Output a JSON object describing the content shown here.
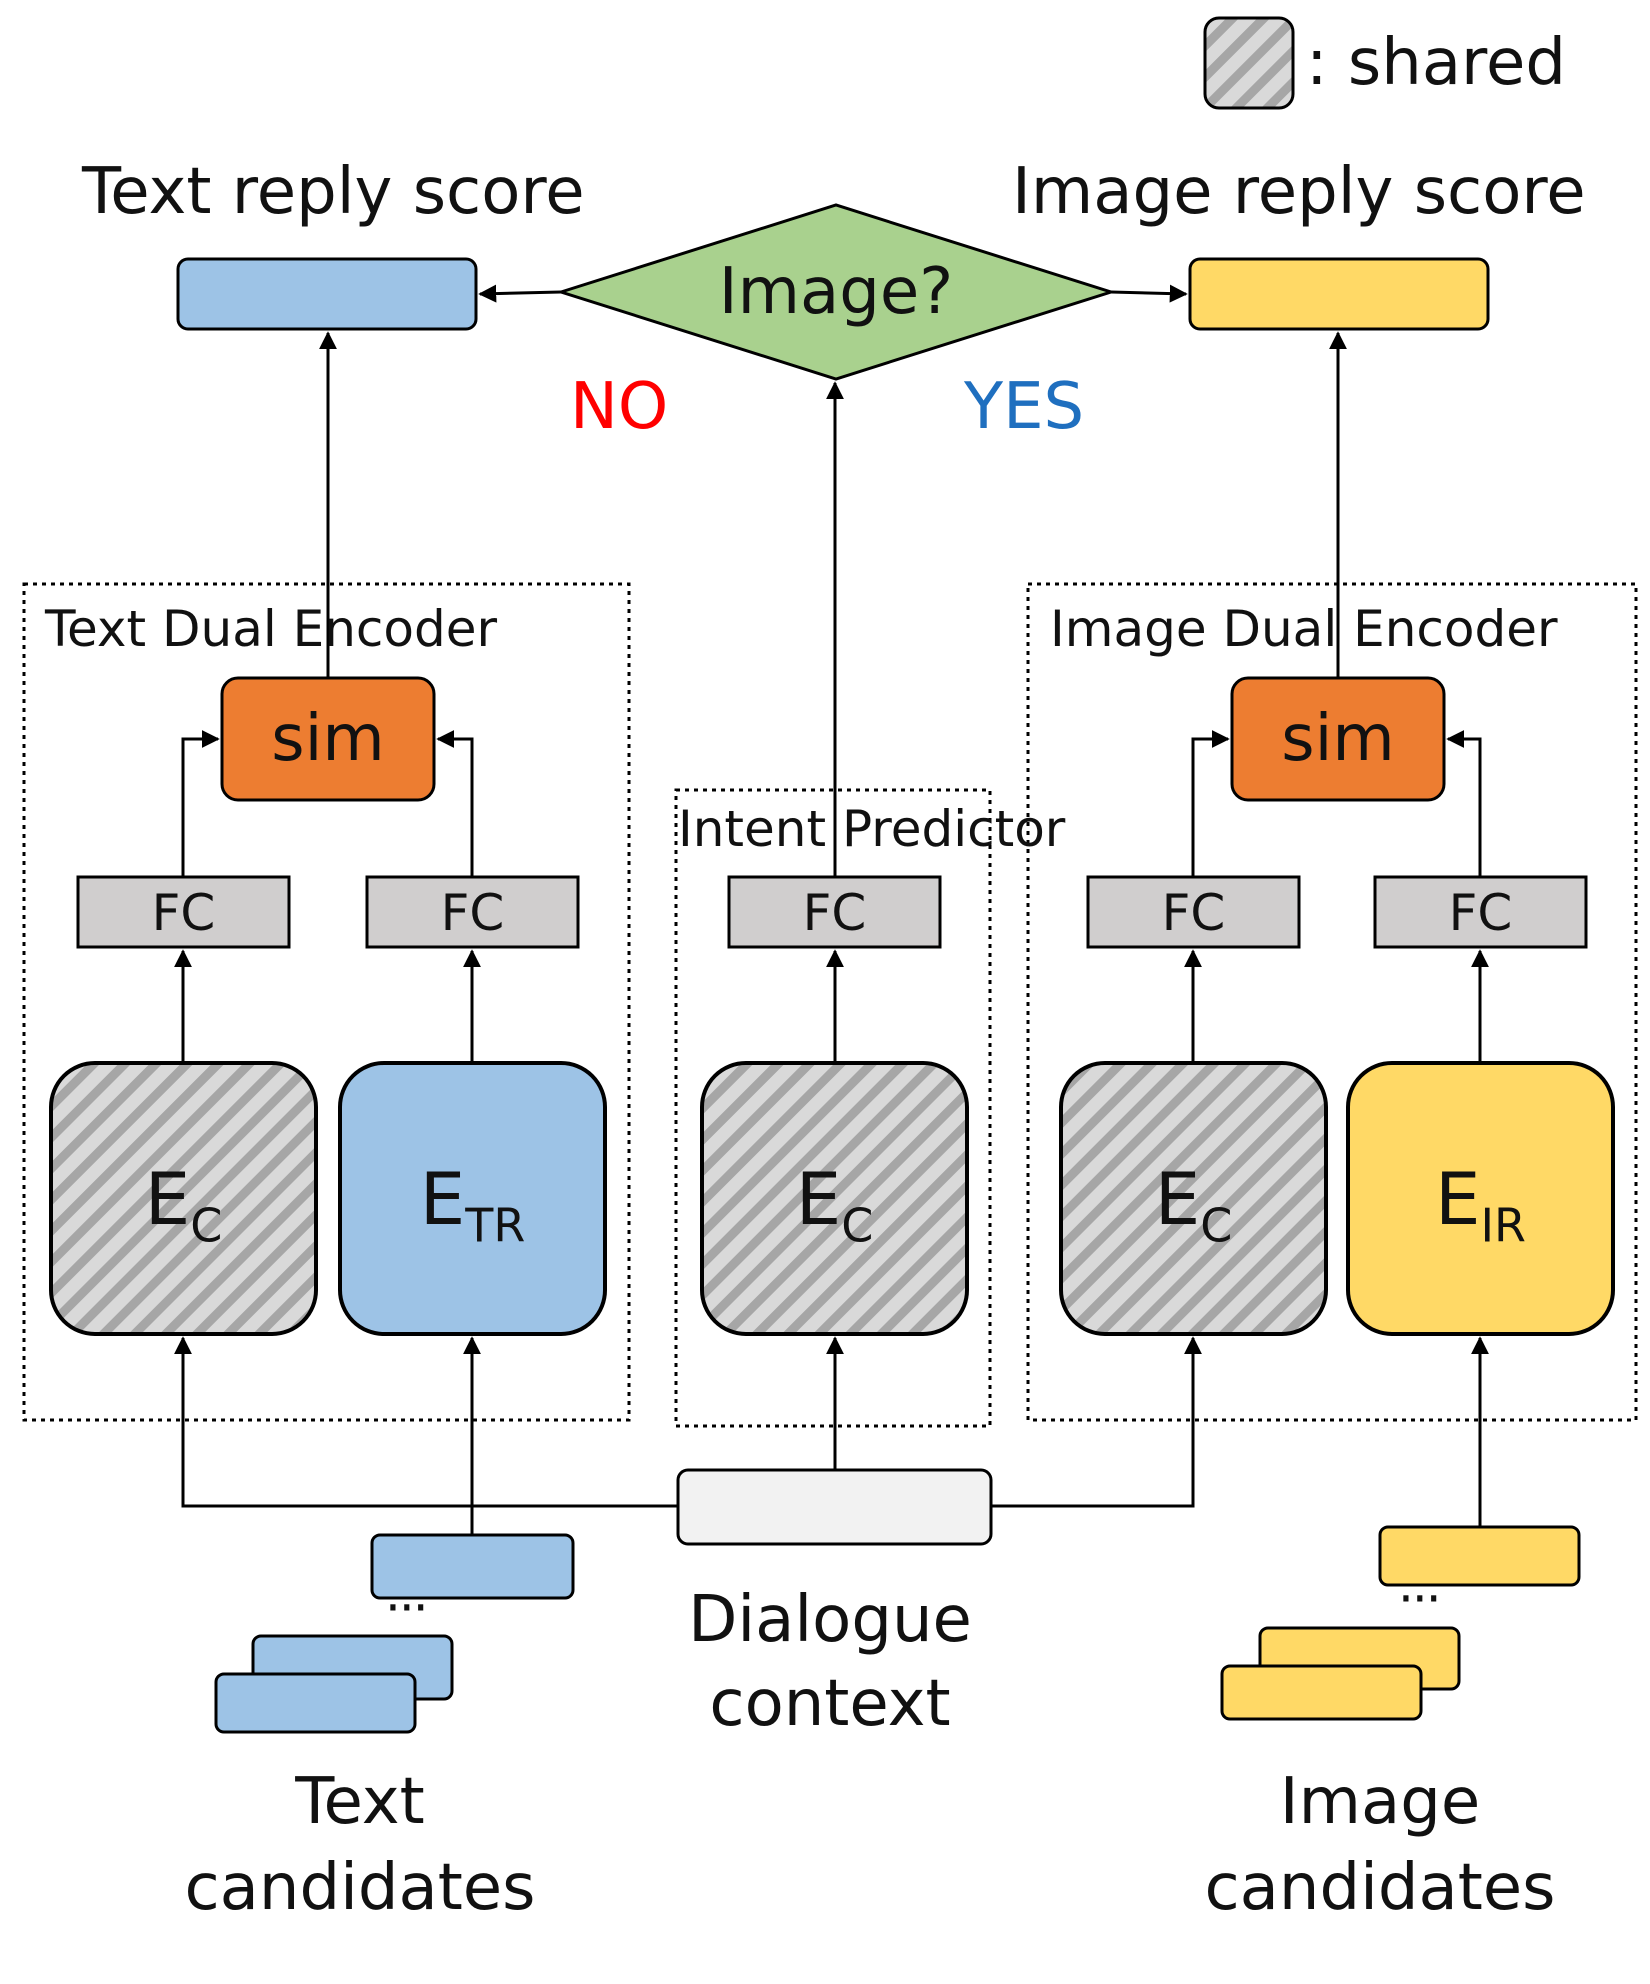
{
  "legend": {
    "label": ": shared"
  },
  "outputs": {
    "text_score": "Text reply score",
    "image_score": "Image reply score",
    "decision": "Image?",
    "no": "NO",
    "yes": "YES"
  },
  "modules": {
    "text_dual_encoder": "Text Dual Encoder",
    "image_dual_encoder": "Image Dual Encoder",
    "intent_predictor": "Intent Predictor"
  },
  "blocks": {
    "sim": "sim",
    "fc": "FC",
    "enc_main": "E",
    "enc_context_sub": "C",
    "enc_text_sub": "TR",
    "enc_image_sub": "IR"
  },
  "inputs": {
    "text_candidates_1": "Text",
    "text_candidates_2": "candidates",
    "dialogue_context_1": "Dialogue",
    "dialogue_context_2": "context",
    "image_candidates_1": "Image",
    "image_candidates_2": "candidates",
    "ellipsis": "···"
  },
  "colors": {
    "text_blue": "#9dc3e6",
    "image_yellow": "#ffd966",
    "sim_orange": "#ed7d31",
    "diamond_green": "#a9d18e",
    "fc_gray": "#d0cece",
    "context_gray": "#f2f2f2",
    "no_red": "#ff0000",
    "yes_blue": "#1f6fbf"
  }
}
